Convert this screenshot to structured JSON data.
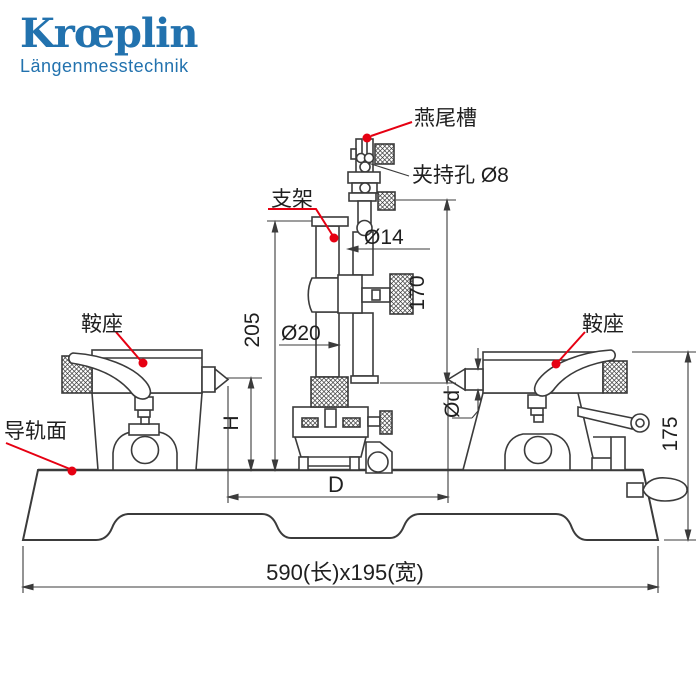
{
  "logo": {
    "brand": "Krœplin",
    "subtitle": "Längenmesstechnik",
    "color": "#2272ae"
  },
  "drawing": {
    "labels": {
      "dovetail": "燕尾槽",
      "clamp_hole": "夹持孔 Ø8",
      "bracket": "支架",
      "saddle_left": "鞍座",
      "saddle_right": "鞍座",
      "guide_surface": "导轨面"
    },
    "dimensions": {
      "shaft_dia": "Ø14",
      "column_dia": "Ø20",
      "holder_height": "170",
      "column_height": "205",
      "center_height": "H",
      "point_dia": "Ød",
      "between_centers": "D",
      "total_height": "175",
      "base_size": "590(长)x195(宽)"
    },
    "colors": {
      "line": "#3b3b3b",
      "leader": "#e60012",
      "text": "#1f1f1f"
    }
  }
}
